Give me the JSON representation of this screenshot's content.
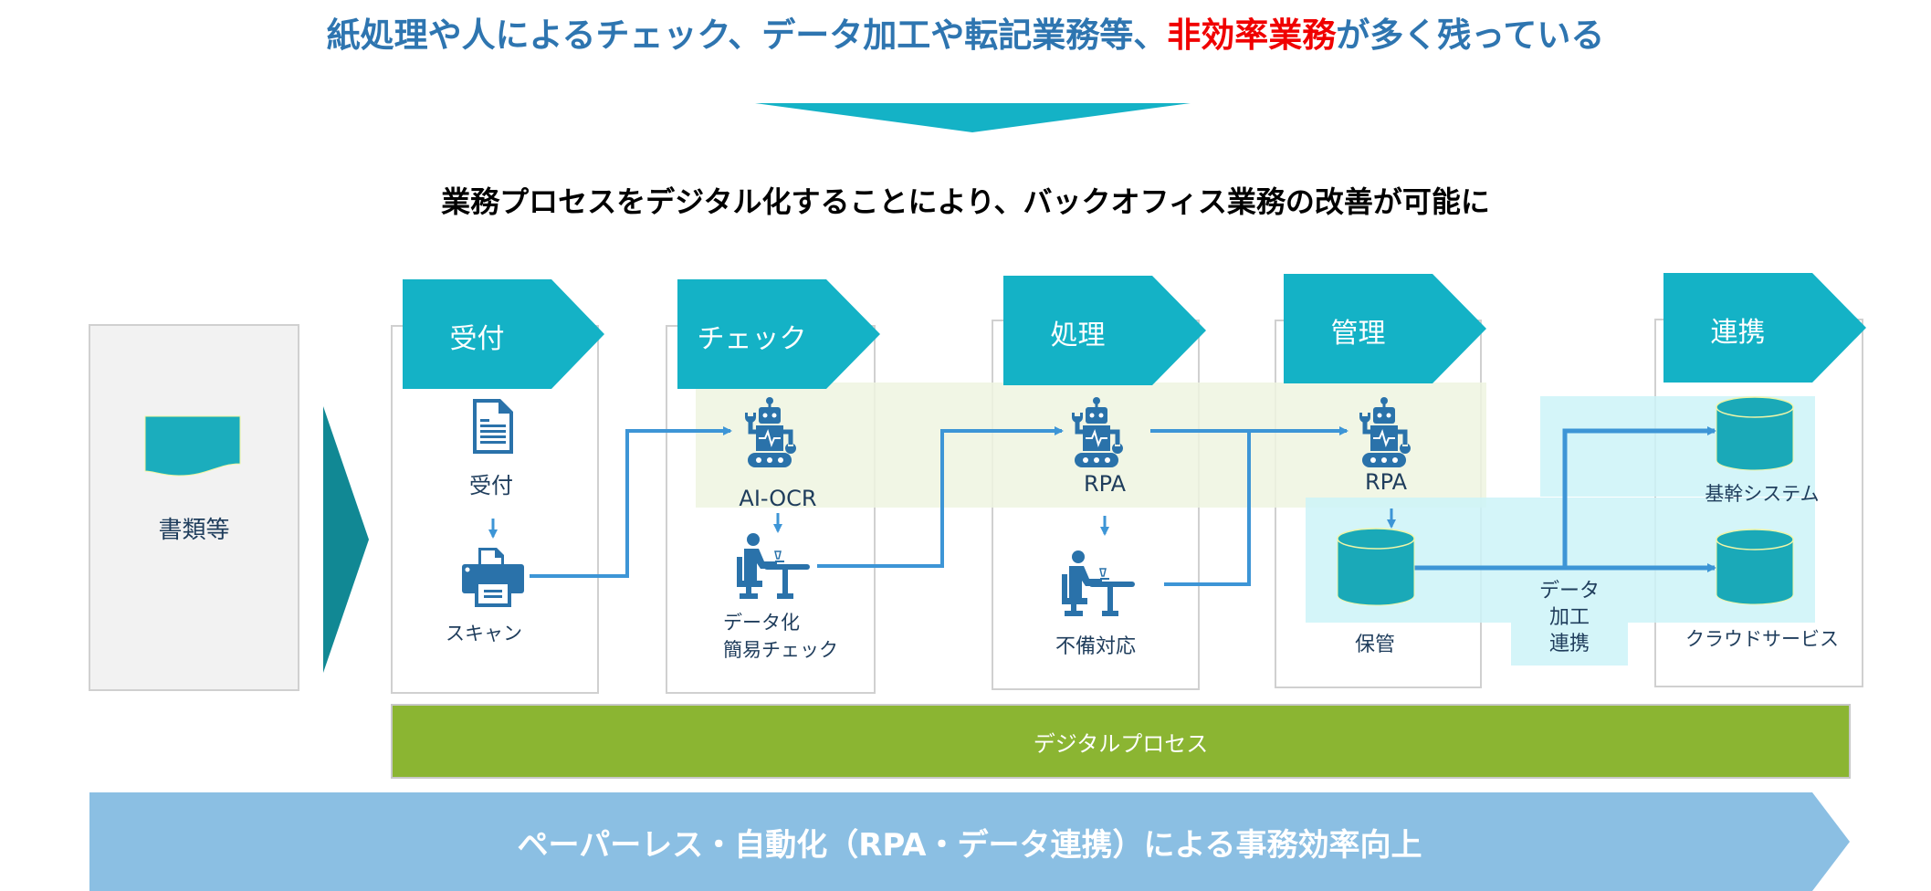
{
  "headline": {
    "part1": "紙処理や人によるチェック、データ加工や転記業務等、",
    "highlight": "非効率業務",
    "part2": "が多く残っている",
    "color": "#2e75b0",
    "highlight_color": "#f00000"
  },
  "subtitle": "業務プロセスをデジタル化することにより、バックオフィス業務の改善が可能に",
  "source": {
    "label": "書類等",
    "icon": "document-shape-icon"
  },
  "stages": [
    {
      "id": "uketsuke",
      "title": "受付"
    },
    {
      "id": "check",
      "title": "チェック"
    },
    {
      "id": "shori",
      "title": "処理"
    },
    {
      "id": "kanri",
      "title": "管理"
    },
    {
      "id": "renkei",
      "title": "連携"
    }
  ],
  "nodes": {
    "uketsuke_doc": {
      "label": "受付",
      "icon": "document-icon"
    },
    "scan": {
      "label": "スキャン",
      "icon": "printer-scanner-icon"
    },
    "ai_ocr": {
      "label": "AI-OCR",
      "icon": "robot-icon"
    },
    "data_check": {
      "label_line1": "データ化",
      "label_line2": "簡易チェック",
      "icon": "person-at-desk-icon"
    },
    "rpa_process": {
      "label": "RPA",
      "icon": "robot-icon"
    },
    "fubi": {
      "label": "不備対応",
      "icon": "person-at-desk-icon"
    },
    "rpa_manage": {
      "label": "RPA",
      "icon": "robot-icon"
    },
    "hokan": {
      "label": "保管",
      "icon": "database-icon"
    },
    "data_link": {
      "line1": "データ",
      "line2": "加工",
      "line3": "連携"
    },
    "kikan": {
      "label": "基幹システム",
      "icon": "database-icon"
    },
    "cloud": {
      "label": "クラウドサービス",
      "icon": "database-icon"
    }
  },
  "digital_process": "デジタルプロセス",
  "bottom_banner": "ペーパーレス・自動化（RPA・データ連携）による事務効率向上",
  "colors": {
    "chevron": "#14b2c6",
    "icon_blue": "#2a72aa",
    "arrow_blue": "#3d95d6",
    "db_teal": "#1aa9b8",
    "green_bar": "#8bb532",
    "bottom_blue": "#8bbfe3",
    "source_arrow": "#118894"
  }
}
